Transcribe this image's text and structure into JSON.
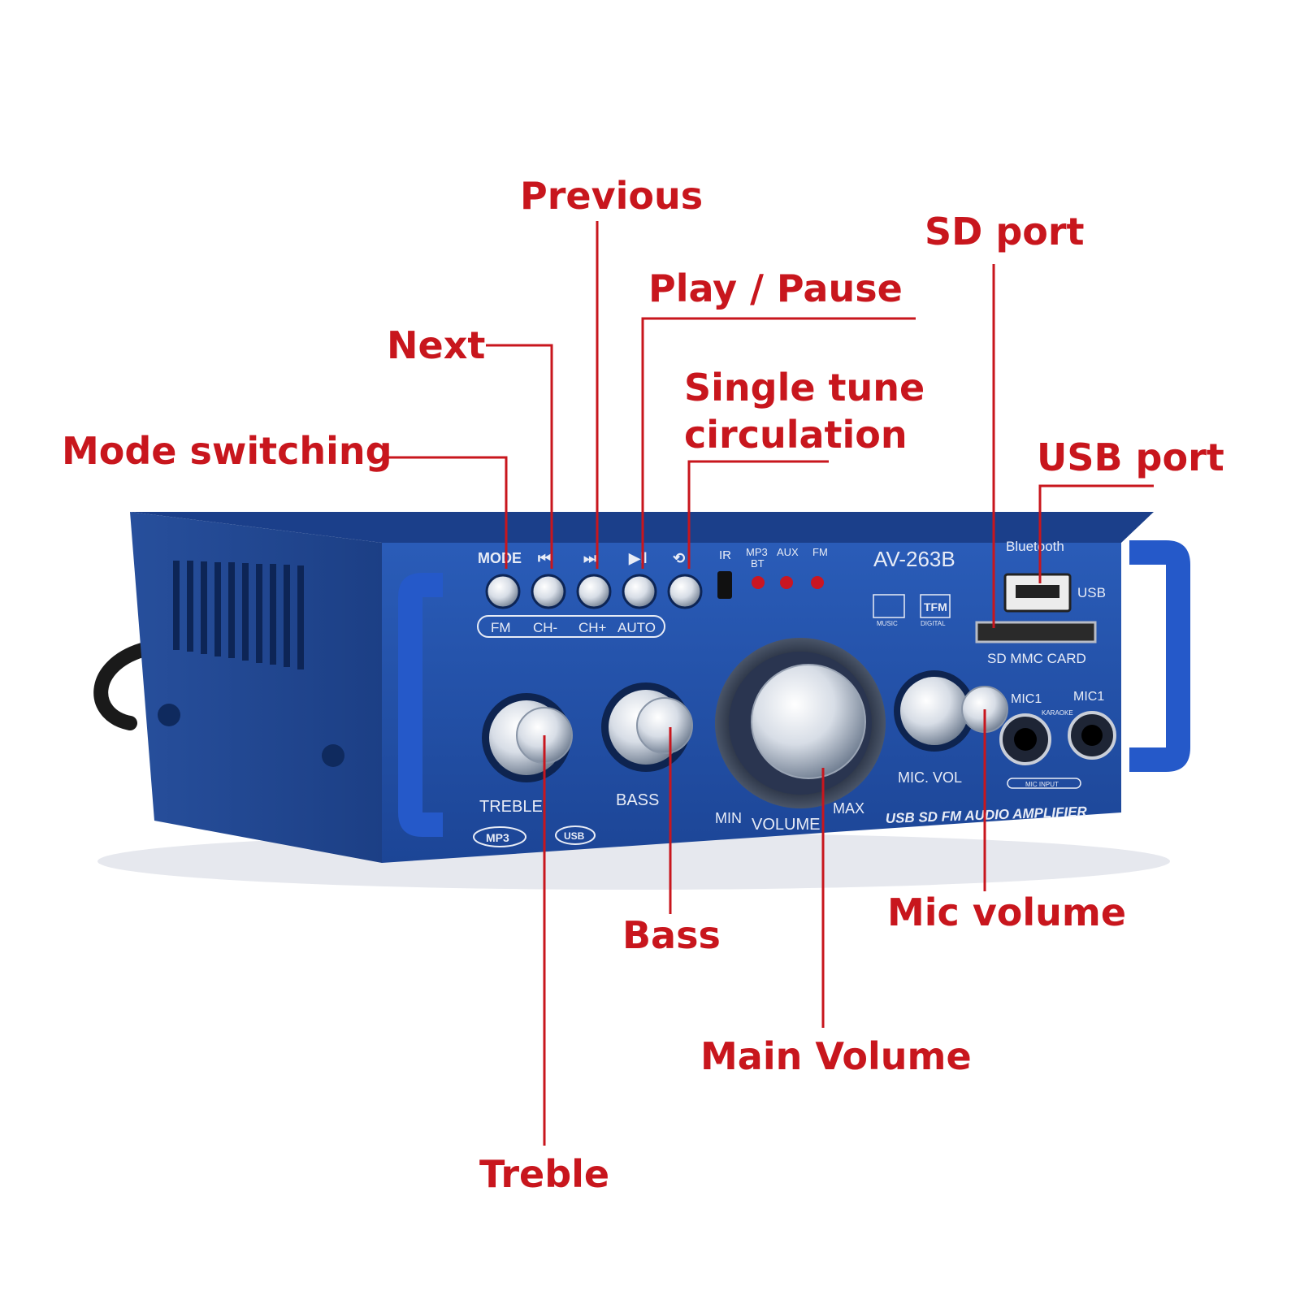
{
  "callouts": {
    "previous": "Previous",
    "sd_port": "SD port",
    "play_pause": "Play / Pause",
    "next": "Next",
    "single_tune_line1": "Single tune",
    "single_tune_line2": "circulation",
    "mode_switching": "Mode switching",
    "usb_port": "USB port",
    "bass": "Bass",
    "mic_volume": "Mic volume",
    "main_volume": "Main Volume",
    "treble": "Treble"
  },
  "device": {
    "model": "AV-263B",
    "bluetooth": "Bluetooth",
    "usb": "USB",
    "sd_card": "SD MMC CARD",
    "buttons_top": [
      "MODE",
      "⏮",
      "⏭",
      "▶‖",
      "⟲"
    ],
    "buttons_bottom": [
      "FM",
      "CH-",
      "CH+",
      "AUTO"
    ],
    "ir": "IR",
    "leds": [
      "MP3\nBT",
      "AUX",
      "FM"
    ],
    "led_mp3": "MP3",
    "led_bt": "BT",
    "led_aux": "AUX",
    "led_fm": "FM",
    "treble": "TREBLE",
    "bass": "BASS",
    "volume": "VOLUME",
    "vol_min": "MIN",
    "vol_max": "MAX",
    "mic_vol": "MIC. VOL",
    "mic1_left": "MIC1",
    "mic1_right": "MIC1",
    "karaoke": "KARAOKE",
    "mic_input": "MIC INPUT",
    "footer": "USB SD FM AUDIO AMPLIFIER",
    "badge_mp3": "MP3",
    "badge_usb": "USB",
    "badge_music": "MUSIC",
    "badge_tfm": "TFM",
    "badge_digital": "DIGITAL"
  },
  "colors": {
    "callout": "#c8161d",
    "device_blue": "#1f4fa8",
    "device_dark": "#153a82"
  }
}
